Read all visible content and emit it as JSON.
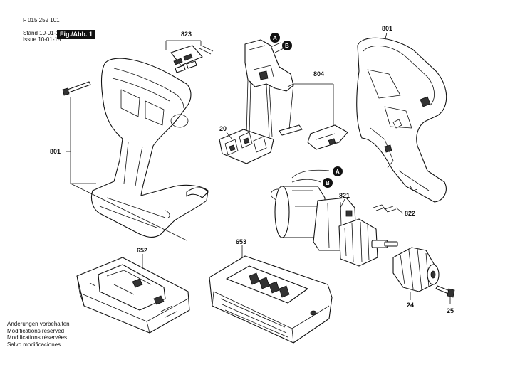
{
  "header": {
    "doc_number": "F 015 252 101",
    "stand_label": "Stand",
    "stand_old": "10-01-12",
    "issue_label": "Issue",
    "issue_date": "10-01-18",
    "figure_tag": "Fig./Abb. 1"
  },
  "footer": {
    "lines": [
      "Änderungen vorbehalten",
      "Modifications reserved",
      "Modifications réservées",
      "Salvo modificaciones"
    ]
  },
  "parts": {
    "housing_left": "801",
    "housing_right": "801",
    "switch_cover": "823",
    "switch_kit": "804",
    "contact_block": "20",
    "motor_gear": "821",
    "spring_clip": "822",
    "battery": "652",
    "charger": "653",
    "chuck": "24",
    "screw": "25"
  },
  "connectors": {
    "a": "A",
    "b": "B"
  },
  "colors": {
    "ink": "#111111",
    "paper": "#ffffff"
  }
}
